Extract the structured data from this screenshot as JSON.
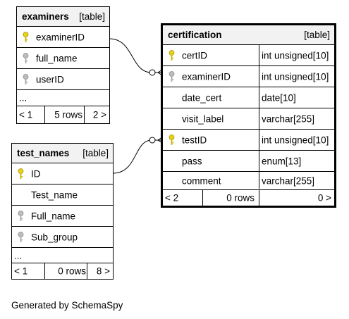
{
  "examiners": {
    "name": "examiners",
    "kind": "[table]",
    "columns": [
      "examinerID",
      "full_name",
      "userID"
    ],
    "ellipsis": "...",
    "footer": {
      "left": "< 1",
      "mid": "5 rows",
      "right": "2 >"
    }
  },
  "test_names": {
    "name": "test_names",
    "kind": "[table]",
    "columns": [
      "ID",
      "Test_name",
      "Full_name",
      "Sub_group"
    ],
    "ellipsis": "...",
    "footer": {
      "left": "< 1",
      "mid": "0 rows",
      "right": "8 >"
    }
  },
  "certification": {
    "name": "certification",
    "kind": "[table]",
    "columns": [
      {
        "name": "certID",
        "type": "int unsigned[10]"
      },
      {
        "name": "examinerID",
        "type": "int unsigned[10]"
      },
      {
        "name": "date_cert",
        "type": "date[10]"
      },
      {
        "name": "visit_label",
        "type": "varchar[255]"
      },
      {
        "name": "testID",
        "type": "int unsigned[10]"
      },
      {
        "name": "pass",
        "type": "enum[13]"
      },
      {
        "name": "comment",
        "type": "varchar[255]"
      }
    ],
    "footer": {
      "left": "< 2",
      "mid": "0 rows",
      "right": "0 >"
    }
  },
  "icons": {
    "primary_key_color": "#e6d21a",
    "index_key_color": "#a8a8a8"
  },
  "generated_by": "Generated by SchemaSpy"
}
